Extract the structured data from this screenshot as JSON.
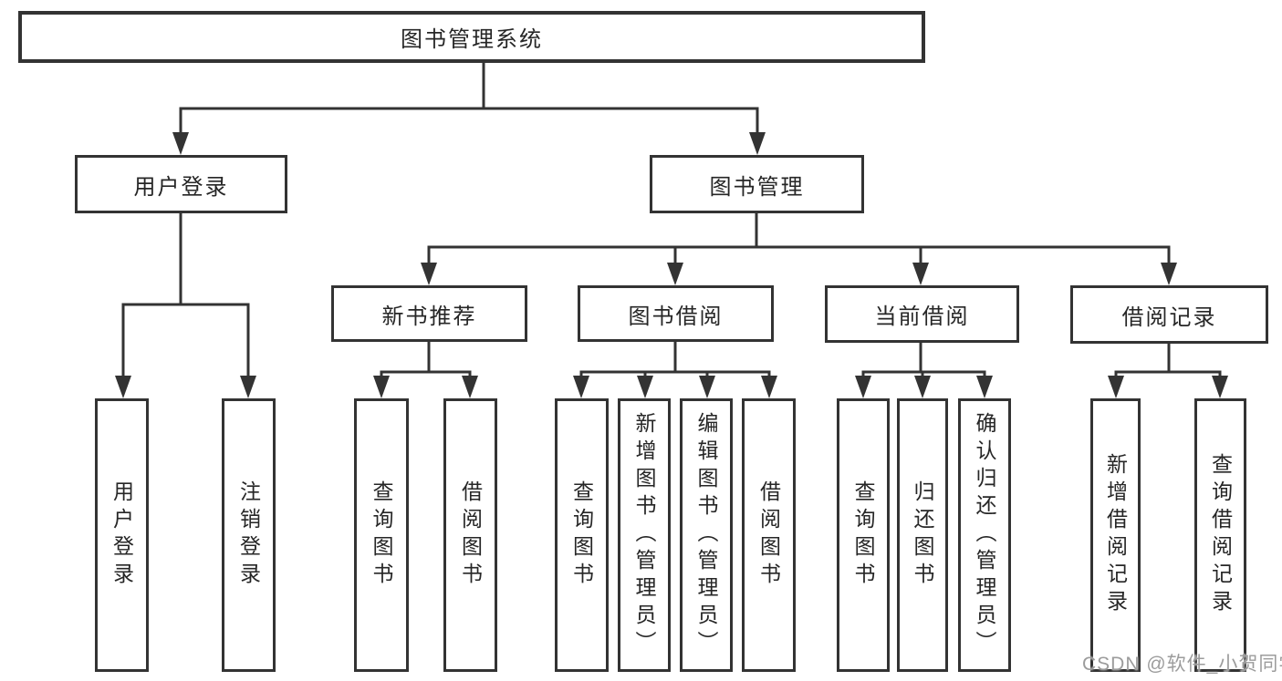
{
  "tree": {
    "root": "图书管理系统",
    "children": [
      {
        "label": "用户登录",
        "children": [
          "用户登录",
          "注销登录"
        ]
      },
      {
        "label": "图书管理",
        "children": [
          {
            "label": "新书推荐",
            "children": [
              "查询图书",
              "借阅图书"
            ]
          },
          {
            "label": "图书借阅",
            "children": [
              "查询图书",
              "新增图书（管理员）",
              "编辑图书（管理员）",
              "借阅图书"
            ]
          },
          {
            "label": "当前借阅",
            "children": [
              "查询图书",
              "归还图书",
              "确认归还（管理员）"
            ]
          },
          {
            "label": "借阅记录",
            "children": [
              "新增借阅记录",
              "查询借阅记录"
            ]
          }
        ]
      }
    ]
  },
  "watermark": {
    "text": "CSDN @软件_小贺同学"
  },
  "colors": {
    "background": "#ffffff",
    "line": "#333333",
    "box_border": "#333333",
    "text": "#262626",
    "watermark": "#9c9c9c"
  }
}
